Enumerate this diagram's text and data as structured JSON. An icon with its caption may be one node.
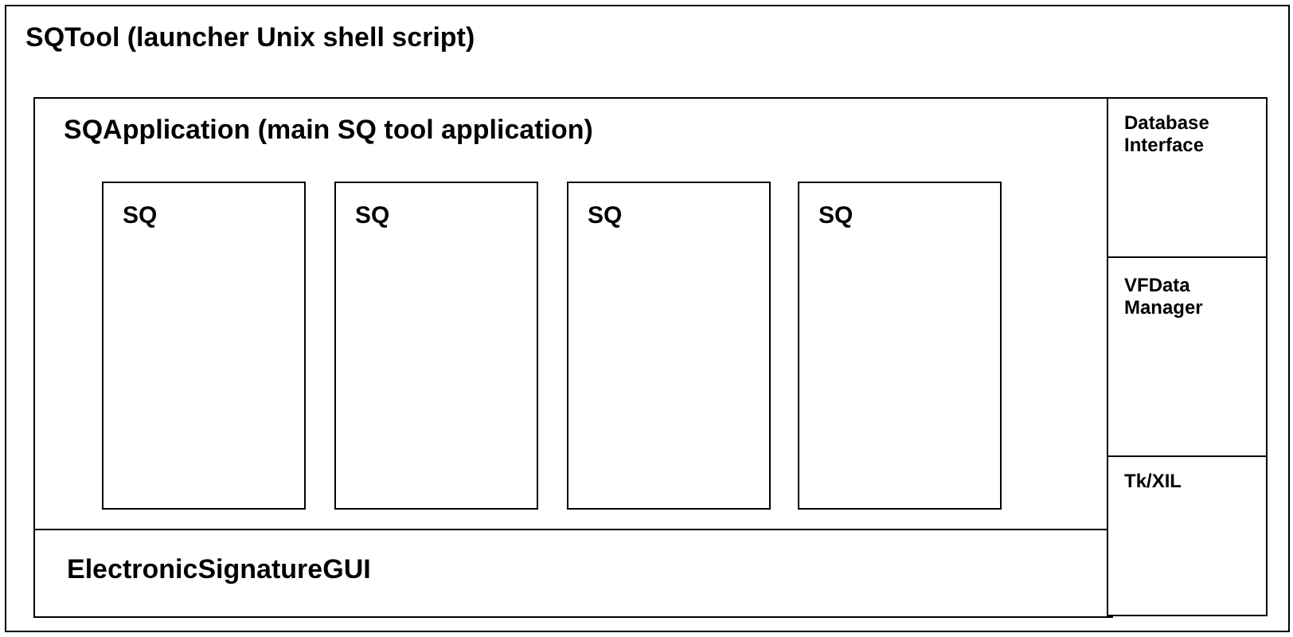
{
  "diagram": {
    "nodes": [
      {
        "text": [
          "SQTool (launcher Unix shell script)"
        ]
      },
      {
        "text": [
          "SQApplication (main SQ tool application)"
        ],
        "in": 0
      },
      {
        "text": [
          "SQ"
        ],
        "in": 1
      },
      {
        "text": [
          "SQ"
        ],
        "in": 1
      },
      {
        "text": [
          "SQ"
        ],
        "in": 1
      },
      {
        "text": [
          "SQ"
        ],
        "in": 1
      },
      {
        "text": [
          "ElectronicSignatureGUI"
        ],
        "in": 1
      },
      {
        "text": [
          "Database Interface"
        ],
        "in": 0
      },
      {
        "text": [
          "VFData Manager"
        ],
        "in": 0
      },
      {
        "text": [
          "Tk/XIL"
        ],
        "in": 0
      }
    ],
    "edges": []
  }
}
